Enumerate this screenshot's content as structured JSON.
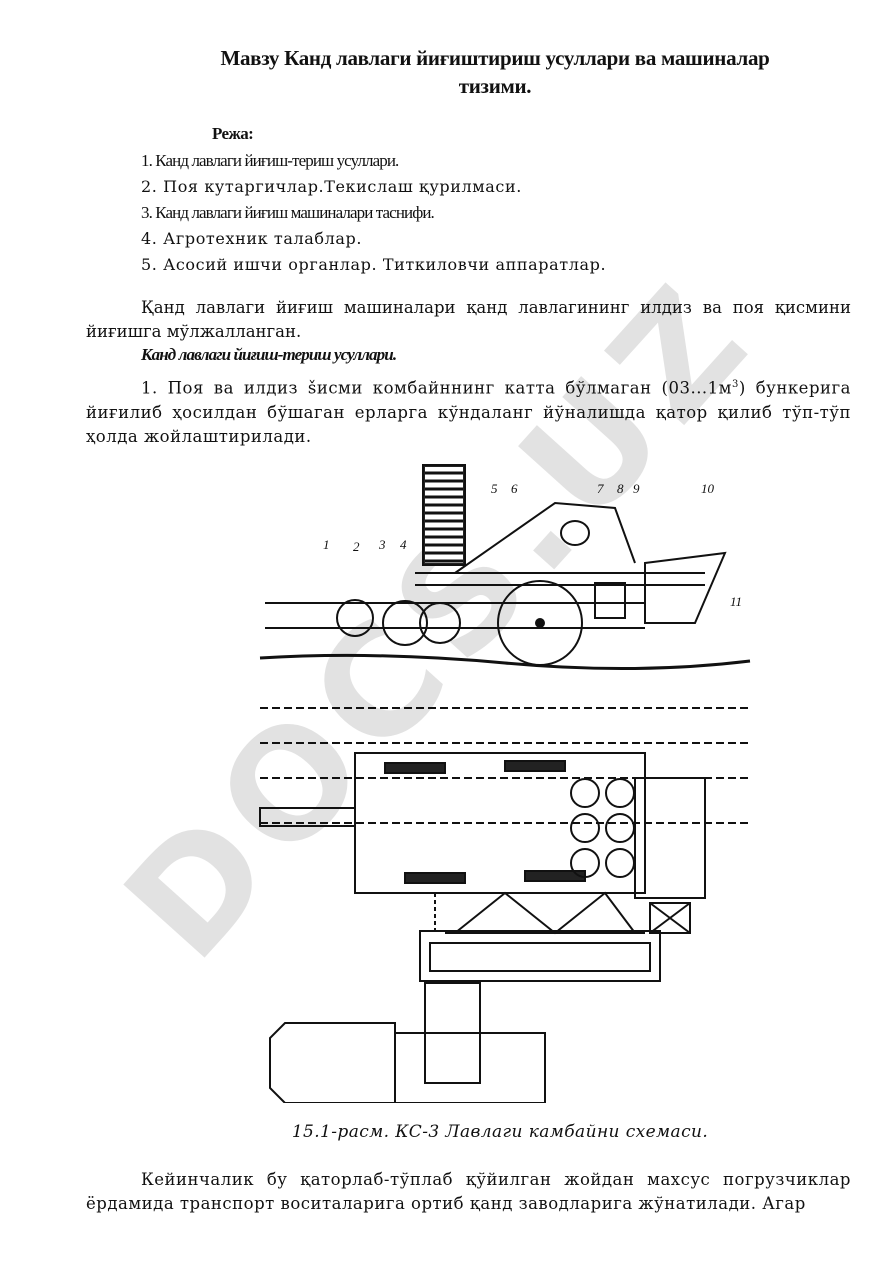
{
  "title_line1": "Мавзу   Канд  лавлаги йиғиштириш усуллари ва машиналар",
  "title_line2": "тизими.",
  "reja_heading": "Режа:",
  "reja_items": [
    "1. Канд  лавлаги йиғиш-териш усуллари.",
    "2. Поя кутаргичлар.Текислаш қурилмаси.",
    "3. Канд лавлаги йиғиш машиналари таснифи.",
    "4. Агротехник талаблар.",
    "5. Асосий ишчи органлар. Титкиловчи аппаратлар."
  ],
  "intro_paragraph": "Қанд лавлаги йиғиш машиналари қанд лавлагининг илдиз ва поя қисмини йиғишга мўлжалланган.",
  "section_heading": "Канд  лавлаги йиғиш-териш усуллари.",
  "paragraph_1": "1. Поя ва илдиз šисми комбайннинг катта бўлмаган (03...1м",
  "paragraph_1_sup": "3",
  "paragraph_1_rest": ") бункерига йиғилиб ҳосилдан бўшаган ерларга кўндаланг йўналишда қатор қилиб тўп-тўп ҳолда жойлаштирилади.",
  "figure_labels": [
    "1",
    "2",
    "3",
    "4",
    "5",
    "6",
    "7",
    "8",
    "9",
    "10",
    "11"
  ],
  "figure_caption": "15.1-расм. КС-3 Лавлаги камбайни схемаси.",
  "paragraph_2": "Кейинчалик бу қаторлаб-тўплаб қўйилган жойдан махсус погрузчиклар ёрдамида транспорт воситаларига ортиб қанд заводларига жўнатилади. Агар",
  "watermark": "DOCS.UZ"
}
